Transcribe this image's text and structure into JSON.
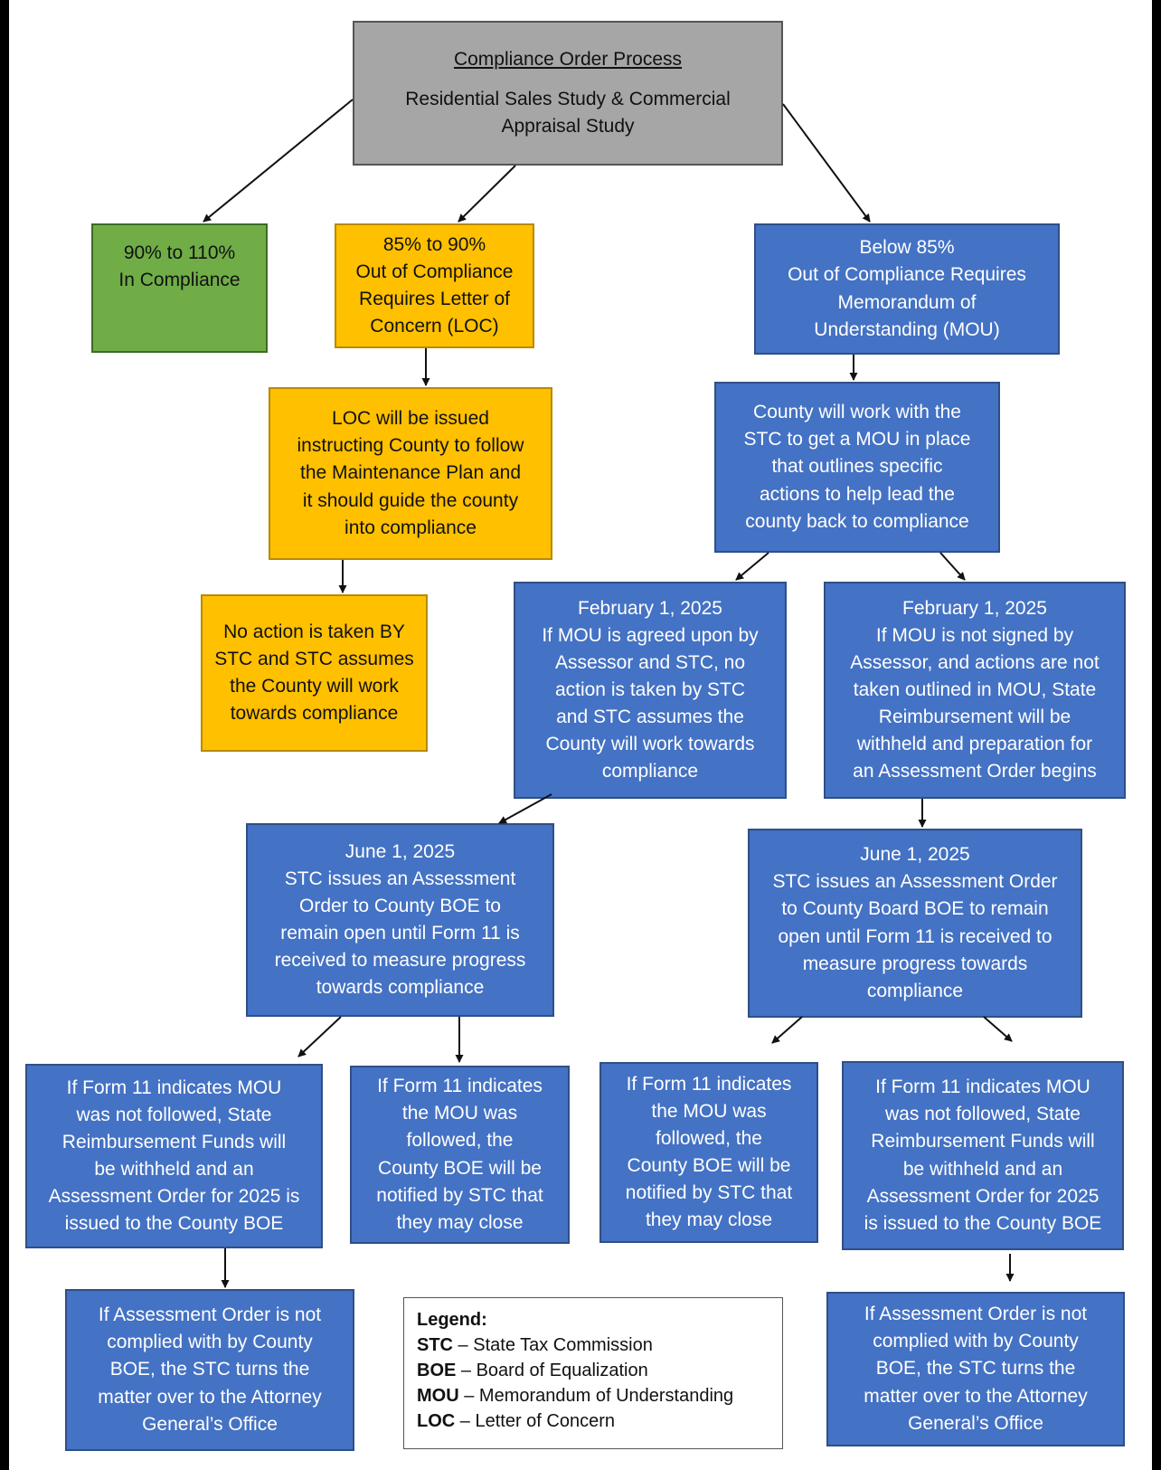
{
  "title_box": {
    "title": "Compliance Order Process",
    "lines": [
      "Residential Sales Study & Commercial",
      "Appraisal Study"
    ]
  },
  "boxes": {
    "in_compliance": [
      "90% to 110%",
      "In Compliance"
    ],
    "loc_range": [
      "85% to 90%",
      "Out of Compliance",
      "Requires Letter of",
      "Concern (LOC)"
    ],
    "mou_range": [
      "Below 85%",
      "Out of Compliance Requires",
      "Memorandum of",
      "Understanding (MOU)"
    ],
    "loc_issued": [
      "LOC will be issued",
      "instructing County to follow",
      "the Maintenance Plan and",
      "it should guide the county",
      "into compliance"
    ],
    "county_mou": [
      "County will work with the",
      "STC to get a MOU in place",
      "that outlines specific",
      "actions to help lead the",
      "county back to compliance"
    ],
    "no_action_loc": [
      "No action is taken BY",
      "STC and STC assumes",
      "the County will work",
      "towards compliance"
    ],
    "feb_agreed": [
      "February 1, 2025",
      "If MOU is agreed upon by",
      "Assessor and STC, no",
      "action is taken by STC",
      "and STC assumes the",
      "County will work towards",
      "compliance"
    ],
    "feb_not_signed": [
      "February 1, 2025",
      "If MOU is not signed by",
      "Assessor, and actions are not",
      "taken outlined in MOU, State",
      "Reimbursement  will be",
      "withheld and preparation for",
      "an Assessment Order begins"
    ],
    "june_left": [
      "June 1, 2025",
      "STC issues an Assessment",
      "Order to County BOE to",
      "remain open until Form 11 is",
      "received to measure progress",
      "towards compliance"
    ],
    "june_right": [
      "June 1, 2025",
      "STC issues an Assessment Order",
      "to County Board BOE to remain",
      "open until Form 11 is received to",
      "measure progress towards",
      "compliance"
    ],
    "form11_not_left": [
      "If Form 11 indicates MOU",
      "was not followed, State",
      "Reimbursement Funds will",
      "be withheld and an",
      "Assessment Order for 2025 is",
      "issued to the County BOE"
    ],
    "form11_followed_left": [
      "If Form 11 indicates",
      "the MOU was",
      "followed,  the",
      "County BOE will be",
      "notified by STC that",
      "they may close"
    ],
    "form11_followed_right": [
      "If Form 11 indicates",
      "the MOU was",
      "followed, the",
      "County BOE will be",
      "notified by STC that",
      "they  may close"
    ],
    "form11_not_right": [
      "If Form 11 indicates MOU",
      "was not followed, State",
      "Reimbursement Funds will",
      "be withheld and an",
      "Assessment Order for 2025",
      "is issued to the County BOE"
    ],
    "ag_left": [
      "If Assessment Order is not",
      "complied with by County",
      "BOE, the STC turns the",
      "matter over to the Attorney",
      "General’s Office"
    ],
    "ag_right": [
      "If Assessment Order is not",
      "complied with by County",
      "BOE, the STC turns the",
      "matter over to the Attorney",
      "General’s Office"
    ]
  },
  "legend": {
    "heading": "Legend:",
    "items": [
      {
        "abbr": "STC",
        "text": " – State Tax Commission"
      },
      {
        "abbr": "BOE",
        "text": " – Board of Equalization"
      },
      {
        "abbr": "MOU",
        "text": " – Memorandum of Understanding"
      },
      {
        "abbr": "LOC",
        "text": " – Letter of Concern"
      }
    ]
  },
  "colors": {
    "gray": "#a6a6a6",
    "green": "#70ad47",
    "amber": "#ffc000",
    "blue": "#4472c4"
  }
}
